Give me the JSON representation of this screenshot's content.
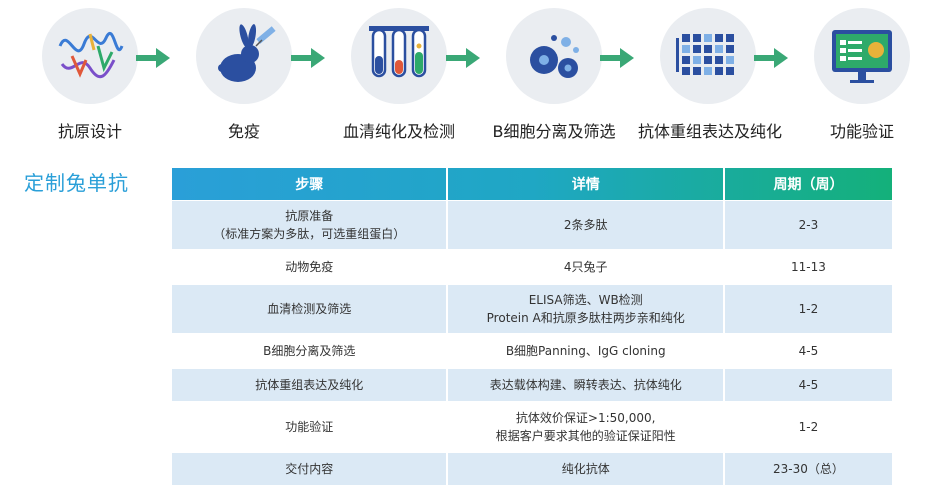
{
  "flow": {
    "steps": [
      {
        "label": "抗原设计",
        "icon": "protein-structure-icon"
      },
      {
        "label": "免疫",
        "icon": "rabbit-syringe-icon"
      },
      {
        "label": "血清纯化及检测",
        "icon": "test-tubes-icon"
      },
      {
        "label": "B细胞分离及筛选",
        "icon": "cells-icon"
      },
      {
        "label": "抗体重组表达及纯化",
        "icon": "well-plate-icon"
      },
      {
        "label": "功能验证",
        "icon": "monitor-check-icon"
      }
    ],
    "arrow_color": "#3aa876"
  },
  "side_title": "定制兔单抗",
  "table": {
    "headers": [
      "步骤",
      "详情",
      "周期（周）"
    ],
    "rows": [
      {
        "step": [
          "抗原准备",
          "（标准方案为多肽，可选重组蛋白）"
        ],
        "detail": [
          "2条多肽"
        ],
        "period": "2-3"
      },
      {
        "step": [
          "动物免疫"
        ],
        "detail": [
          "4只兔子"
        ],
        "period": "11-13"
      },
      {
        "step": [
          "血清检测及筛选"
        ],
        "detail": [
          "ELISA筛选、WB检测",
          "Protein A和抗原多肽柱两步亲和纯化"
        ],
        "period": "1-2"
      },
      {
        "step": [
          "B细胞分离及筛选"
        ],
        "detail": [
          "B细胞Panning、IgG cloning"
        ],
        "period": "4-5"
      },
      {
        "step": [
          "抗体重组表达及纯化"
        ],
        "detail": [
          "表达载体构建、瞬转表达、抗体纯化"
        ],
        "period": "4-5"
      },
      {
        "step": [
          "功能验证"
        ],
        "detail": [
          "抗体效价保证>1:50,000,",
          "根据客户要求其他的验证保证阳性"
        ],
        "period": "1-2"
      },
      {
        "step": [
          "交付内容"
        ],
        "detail": [
          "纯化抗体"
        ],
        "period": "23-30（总）"
      }
    ]
  }
}
